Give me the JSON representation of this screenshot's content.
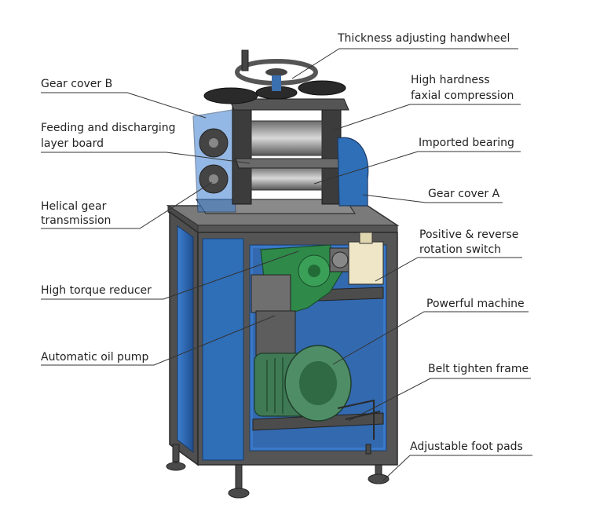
{
  "labels": {
    "handwheel": "Thickness adjusting handwheel",
    "gear_cover_b": "Gear cover B",
    "high_hardness_line1": "High hardness",
    "high_hardness_line2": "faxial compression",
    "feeding_line1": "Feeding and discharging",
    "feeding_line2": "layer board",
    "imported_bearing": "Imported bearing",
    "gear_cover_a": "Gear cover A",
    "helical_line1": "Helical gear",
    "helical_line2": "transmission",
    "switch_line1": "Positive & reverse",
    "switch_line2": "rotation switch",
    "reducer": "High torque reducer",
    "powerful_machine": "Powerful machine",
    "oil_pump": "Automatic oil pump",
    "belt_frame": "Belt tighten frame",
    "foot_pads": "Adjustable foot pads"
  },
  "colors": {
    "panel_blue": "#2f6fb8",
    "panel_blue_dark": "#1f4f8f",
    "frame_gray": "#5a5a5a",
    "reducer_green": "#2f8a4a",
    "motor_green": "#3f7a55",
    "switch_beige": "#efe6c8",
    "leader_line": "#333333"
  }
}
